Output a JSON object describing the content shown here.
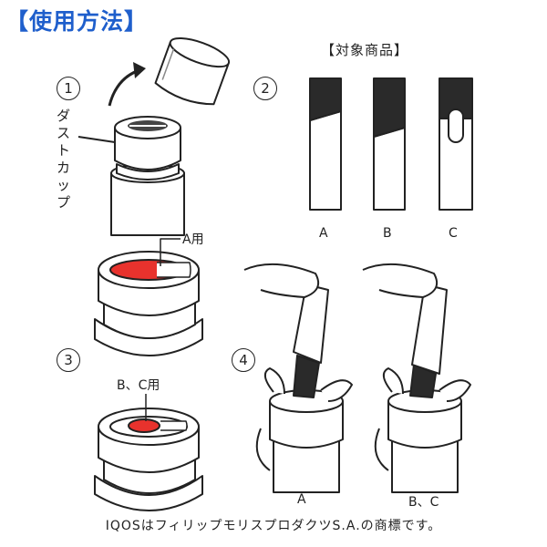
{
  "title": "【使用方法】",
  "subtitle": "【対象商品】",
  "steps": {
    "s1": "1",
    "s2": "2",
    "s3": "3",
    "s4": "4"
  },
  "dust_cap_label": "ダストカップ",
  "product_labels": [
    "A",
    "B",
    "C"
  ],
  "slot_a_label": "A用",
  "slot_bc_label": "B、C用",
  "insert_labels": [
    "A",
    "B、C"
  ],
  "footer": "IQOSはフィリップモリスプロダクツS.A.の商標です。",
  "colors": {
    "title": "#1f5fcc",
    "slot_red": "#e8322d",
    "stick_dark": "#2a2a2a"
  }
}
